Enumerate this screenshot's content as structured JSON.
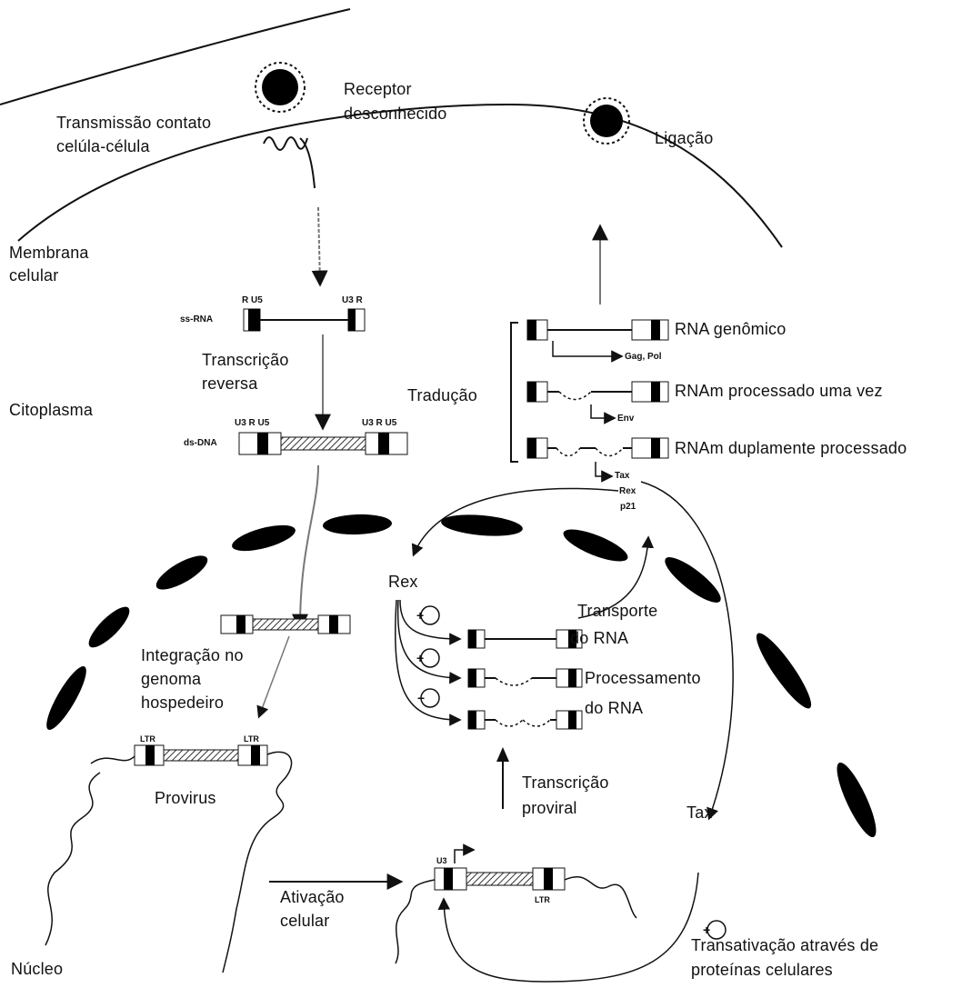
{
  "labels": {
    "transmissao": "Transmissão contato",
    "celula_celula": "celúla-célula",
    "receptor": "Receptor",
    "desconhecido": "desconhecido",
    "ligacao": "Ligação",
    "membrana": "Membrana",
    "celular": "celular",
    "citoplasma": "Citoplasma",
    "ss_rna": "ss-RNA",
    "transcricao": "Transcrição",
    "reversa": "reversa",
    "ds_dna": "ds-DNA",
    "traducao": "Tradução",
    "rna_genomico": "RNA genômico",
    "rnam_uma_vez": "RNAm processado uma vez",
    "rnam_duplamente": "RNAm duplamente processado",
    "gag_pol": "Gag, Pol",
    "env": "Env",
    "tax_small": "Tax",
    "rex_small": "Rex",
    "p21": "p21",
    "rex": "Rex",
    "transporte": "Transporte",
    "do_rna": "do RNA",
    "processamento": "Processamento",
    "do_rna_2": "do RNA",
    "integracao": "Integração no",
    "genoma": "genoma",
    "hospedeiro": "hospedeiro",
    "ltr_1": "LTR",
    "ltr_2": "LTR",
    "ltr_3": "LTR",
    "provirus": "Provirus",
    "transcricao_proviral": "Transcrição",
    "proviral": "proviral",
    "tax": "Tax",
    "ativacao": "Ativação",
    "celular_2": "celular",
    "transativacao": "Transativação através de",
    "proteinas": "proteínas celulares",
    "nucleo": "Núcleo",
    "r_u5": "R U5",
    "u3_r": "U3 R",
    "u3_r_u5_a": "U3 R U5",
    "u3_r_u5_b": "U3 R U5",
    "u3": "U3",
    "plus_1": "+",
    "plus_2": "+",
    "minus": "−",
    "plus_tax": "+"
  }
}
